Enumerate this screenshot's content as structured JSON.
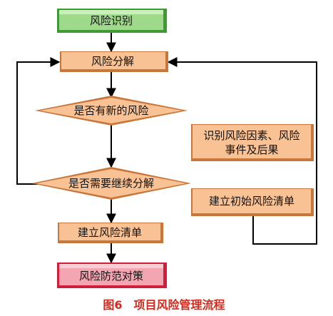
{
  "nodes": {
    "identify": "风险识别",
    "decompose": "风险分解",
    "new_risk": "是否有新的风险",
    "continue_decompose": "是否需要继续分解",
    "factors": [
      "识别风险因素、风险",
      "事件及后果"
    ],
    "initial_list": "建立初始风险清单",
    "risk_list": "建立风险清单",
    "countermeasures": "风险防范对策"
  },
  "caption": "图6　项目风险管理流程",
  "colors": {
    "green_fill": "#9fd98a",
    "green_border": "#3f9a36",
    "orange_fill": "#f8c294",
    "orange_border": "#c9763a",
    "red_fill": "#f3a6b1",
    "red_border": "#d01f3c",
    "caption": "#d22a1e",
    "line": "#000000"
  }
}
